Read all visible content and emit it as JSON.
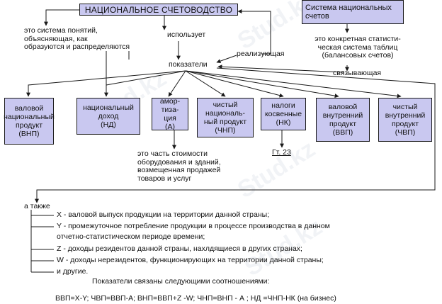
{
  "watermark": "Stud.kz",
  "header": {
    "main_title": "НАЦИОНАЛЬНОЕ СЧЕТОВОДСТВО",
    "sns_title": "Система национальных\nсчетов"
  },
  "labels": {
    "definition": "это система понятий,\nобъясняющая, как\nобразуются и распределяются",
    "uses": "использует",
    "sns_definition": "это конкретная статисти-\nческая система таблиц\n(балансовых счетов)",
    "realizing": "реализующая",
    "linking": "связывающая",
    "indicators": "показатели",
    "depreciation_note": "это часть стоимости\nоборудования и зданий,\nвозмещенная продажей\nтоваров и услуг",
    "page_ref": "Гт. 23",
    "also": "а также"
  },
  "indicators": [
    "валовой\nнациональный\nпродукт\n(ВНП)",
    "национальный\nдоход\n(НД)",
    "амор-\nтиза-\nция\n(А)",
    "чистый\nнациональ-\nный продукт\n(ЧНП)",
    "налоги\nкосвенные\n(НК)",
    "валовой\nвнутренний\nпродукт\n(ВВП)",
    "чистый\nвнутренний\nпродукт\n(ЧВП)"
  ],
  "notes": [
    "X - валовой выпуск продукции на территории данной страны;",
    "Y - промежуточное потребление продукции в процессе производства в данном",
    "отчетно-статистическом периоде времени;",
    "Z - доходы резидентов данной страны, нахлдящиеся в других странах;",
    "W - доходы нерезидентов, функционирующих на территории данной страны;",
    "и другие."
  ],
  "relations_caption": "Показатели связаны следующими соотношениями:",
  "formula": "ВВП=Х-Y; ЧВП=ВВП-А; ВНП=ВВП+Z -W; ЧНП=ВНП - А ; НД =ЧНП-НК (на бизнес)",
  "colors": {
    "box_fill": "#c9c8f0",
    "line": "#1a1a1a"
  }
}
